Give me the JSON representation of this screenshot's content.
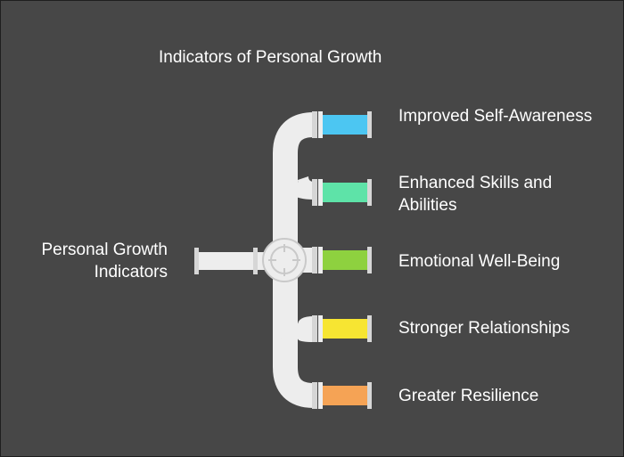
{
  "title": "Indicators of Personal Growth",
  "source_label": "Personal Growth Indicators",
  "items": [
    {
      "label": "Improved Self-Awareness",
      "color": "#4cc6f2"
    },
    {
      "label": "Enhanced Skills and Abilities",
      "color": "#5ee3a8"
    },
    {
      "label": "Emotional Well-Being",
      "color": "#8ed13f"
    },
    {
      "label": "Stronger Relationships",
      "color": "#f7e532"
    },
    {
      "label": "Greater Resilience",
      "color": "#f5a355"
    }
  ],
  "colors": {
    "background": "#474747",
    "pipe": "#ededed",
    "pipe_outline": "#c9c9c9",
    "text": "#ffffff"
  },
  "icons": {
    "junction": "valve-icon"
  }
}
